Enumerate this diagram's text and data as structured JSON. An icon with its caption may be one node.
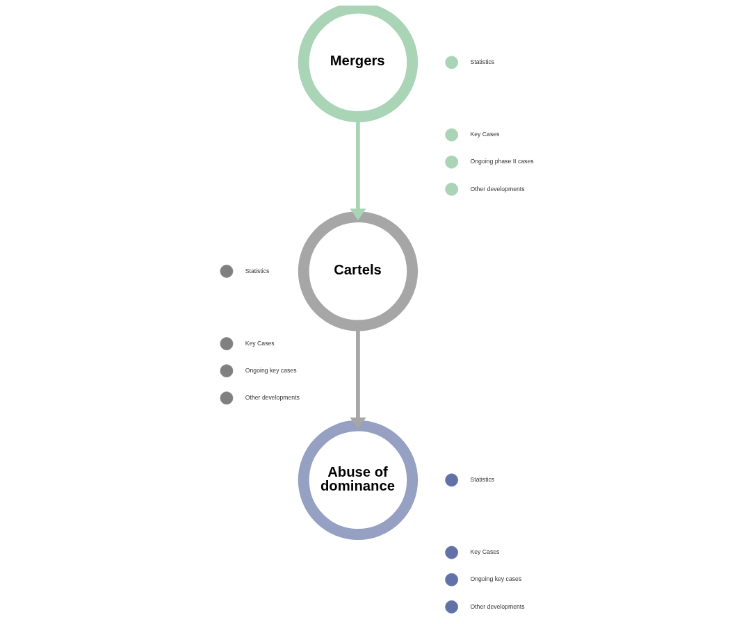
{
  "diagram": {
    "nodes": [
      {
        "text": [
          "Mergers"
        ]
      },
      {
        "text": [],
        "shape": "circle",
        "beside": [
          "Statistics"
        ]
      },
      {
        "text": [],
        "shape": "circle",
        "beside": [
          "Key Cases"
        ]
      },
      {
        "text": [],
        "shape": "circle",
        "beside": [
          "Ongoing phase II cases"
        ]
      },
      {
        "text": [],
        "shape": "circle",
        "beside": [
          "Other developments"
        ]
      },
      {
        "text": [
          "Cartels"
        ]
      },
      {
        "text": [],
        "shape": "circle",
        "beside": [
          "Statistics"
        ]
      },
      {
        "text": [],
        "shape": "circle",
        "beside": [
          "Key Cases"
        ]
      },
      {
        "text": [],
        "shape": "circle",
        "beside": [
          "Ongoing key cases"
        ]
      },
      {
        "text": [],
        "shape": "circle",
        "beside": [
          "Other developments"
        ]
      },
      {
        "text": [
          "Abuse of dominance"
        ]
      },
      {
        "text": [],
        "shape": "circle",
        "beside": [
          "Statistics"
        ]
      },
      {
        "text": [],
        "shape": "circle",
        "beside": [
          "Key Cases"
        ]
      },
      {
        "text": [],
        "shape": "circle",
        "beside": [
          "Ongoing key cases"
        ]
      },
      {
        "text": [],
        "shape": "circle",
        "beside": [
          "Other developments"
        ]
      }
    ],
    "edges": [
      {
        "from": 0,
        "to": 5,
        "arrow": "to",
        "color": "#a9d4b6"
      },
      {
        "from": 5,
        "to": 10,
        "arrow": "to",
        "color": "#a6a6a6"
      }
    ]
  }
}
